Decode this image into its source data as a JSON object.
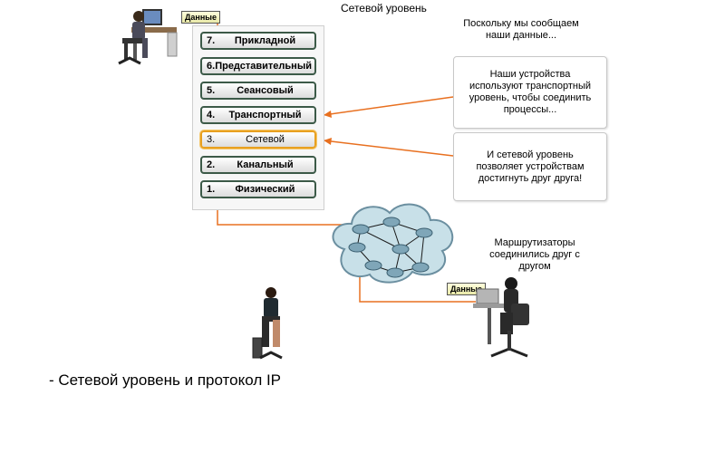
{
  "title": "Сетевой уровень",
  "data_label": "Данные",
  "layers": [
    {
      "num": "7.",
      "name": "Прикладной"
    },
    {
      "num": "6.",
      "name": "Представительный"
    },
    {
      "num": "5.",
      "name": "Сеансовый"
    },
    {
      "num": "4.",
      "name": "Транспортный"
    },
    {
      "num": "3.",
      "name": "Сетевой"
    },
    {
      "num": "2.",
      "name": "Канальный"
    },
    {
      "num": "1.",
      "name": "Физический"
    }
  ],
  "intro_text": "Поскольку мы сообщаем наши данные...",
  "callout_transport": "Наши устройства используют транспортный уровень, чтобы соединить процессы...",
  "callout_network": "И сетевой уровень позволяет устройствам достигнуть друг друга!",
  "routers_text": "Маршрутизаторы соединились друг с другом",
  "caption": "- Сетевой уровень и протокол IP",
  "colors": {
    "line": "#e87020",
    "layer_border": "#3c5a48",
    "highlight": "#e8a020",
    "cloud": "#c8e0e8"
  }
}
